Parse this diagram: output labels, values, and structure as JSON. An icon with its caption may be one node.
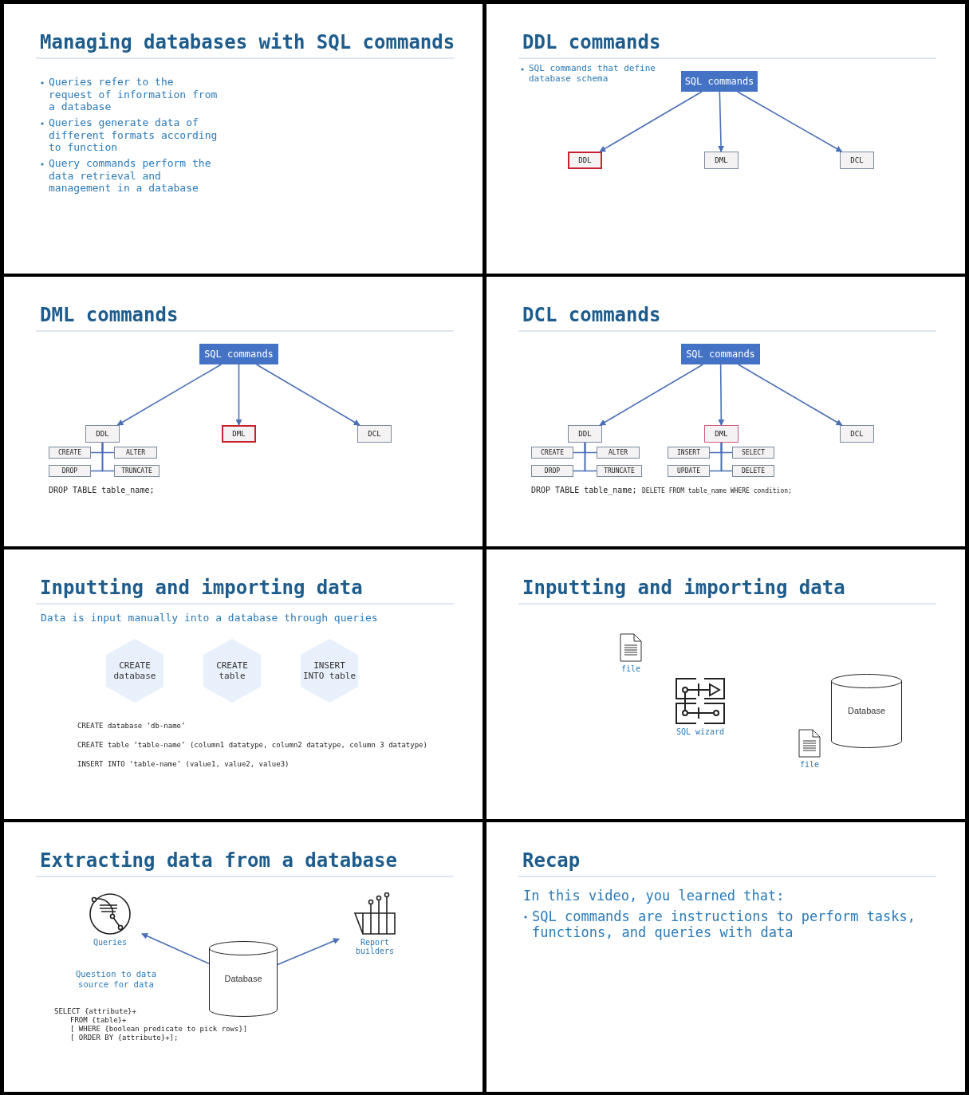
{
  "diagram": {
    "nodes": [
      {
        "text": [
          "Managing databases with SQL commands",
          "Queries refer to the request of information from a database",
          "Queries generate data of different formats according to function",
          "Query commands perform the data retrieval and management in a database"
        ]
      },
      {
        "text": [
          "DDL commands",
          "SQL commands that define database schema"
        ]
      },
      {
        "text": [
          "SQL commands"
        ],
        "in": 1
      },
      {
        "text": [
          "DDL"
        ],
        "in": 1
      },
      {
        "text": [
          "DML"
        ],
        "in": 1
      },
      {
        "text": [
          "DCL"
        ],
        "in": 1
      },
      {
        "text": [
          "DML commands",
          "DROP TABLE table_name;"
        ]
      },
      {
        "text": [
          "SQL commands"
        ],
        "in": 6
      },
      {
        "text": [
          "DDL"
        ],
        "in": 6
      },
      {
        "text": [
          "DML"
        ],
        "in": 6
      },
      {
        "text": [
          "DCL"
        ],
        "in": 6
      },
      {
        "text": [
          "CREATE"
        ],
        "in": 6
      },
      {
        "text": [
          "ALTER"
        ],
        "in": 6
      },
      {
        "text": [
          "DROP"
        ],
        "in": 6
      },
      {
        "text": [
          "TRUNCATE"
        ],
        "in": 6
      },
      {
        "text": [
          "DCL commands",
          "DROP TABLE table_name;",
          "DELETE FROM table_name WHERE condition;"
        ]
      },
      {
        "text": [
          "SQL commands"
        ],
        "in": 15
      },
      {
        "text": [
          "DDL"
        ],
        "in": 15
      },
      {
        "text": [
          "DML"
        ],
        "in": 15
      },
      {
        "text": [
          "DCL"
        ],
        "in": 15
      },
      {
        "text": [
          "CREATE"
        ],
        "in": 15
      },
      {
        "text": [
          "ALTER"
        ],
        "in": 15
      },
      {
        "text": [
          "DROP"
        ],
        "in": 15
      },
      {
        "text": [
          "TRUNCATE"
        ],
        "in": 15
      },
      {
        "text": [
          "INSERT"
        ],
        "in": 15
      },
      {
        "text": [
          "SELECT"
        ],
        "in": 15
      },
      {
        "text": [
          "UPDATE"
        ],
        "in": 15
      },
      {
        "text": [
          "DELETE"
        ],
        "in": 15
      },
      {
        "text": [
          "Inputting and importing data",
          "Data is input manually into a database through queries",
          "CREATE database ‘db-name’",
          "CREATE table ‘table-name’ (column1 datatype, column2 datatype, column 3 datatype)",
          "INSERT INTO ‘table-name’ (value1, value2, value3)"
        ]
      },
      {
        "text": [
          "CREATE database"
        ],
        "in": 28
      },
      {
        "text": [
          "CREATE table"
        ],
        "in": 28
      },
      {
        "text": [
          "INSERT INTO table"
        ],
        "in": 28
      },
      {
        "text": [
          "Inputting and importing data"
        ]
      },
      {
        "text": [
          "file"
        ],
        "in": 32
      },
      {
        "text": [
          "SQL wizard"
        ],
        "in": 32
      },
      {
        "text": [
          "Database"
        ],
        "in": 32
      },
      {
        "text": [
          "file"
        ],
        "in": 32
      },
      {
        "text": [
          "Extracting data from a database",
          "Question to data source for data",
          "SELECT {attribute}+",
          "FROM {table}+",
          "[ WHERE {boolean predicate to pick rows}]",
          "[ ORDER BY {attribute}+];"
        ]
      },
      {
        "text": [
          "Queries"
        ],
        "in": 37
      },
      {
        "text": [
          "Database"
        ],
        "in": 37
      },
      {
        "text": [
          "Report builders"
        ],
        "in": 37
      },
      {
        "text": [
          "Recap",
          "In this video, you learned that:",
          "SQL commands are instructions to perform tasks, functions, and queries with data"
        ]
      }
    ],
    "edges": [
      {
        "from": 2,
        "to": 3,
        "arrow": "to"
      },
      {
        "from": 2,
        "to": 4,
        "arrow": "to"
      },
      {
        "from": 2,
        "to": 5,
        "arrow": "to"
      },
      {
        "from": 7,
        "to": 8,
        "arrow": "to"
      },
      {
        "from": 7,
        "to": 9,
        "arrow": "to"
      },
      {
        "from": 7,
        "to": 10,
        "arrow": "to"
      },
      {
        "from": 8,
        "to": 11,
        "arrow": "none"
      },
      {
        "from": 8,
        "to": 12,
        "arrow": "none"
      },
      {
        "from": 8,
        "to": 13,
        "arrow": "none"
      },
      {
        "from": 8,
        "to": 14,
        "arrow": "none"
      },
      {
        "from": 16,
        "to": 17,
        "arrow": "to"
      },
      {
        "from": 16,
        "to": 18,
        "arrow": "to"
      },
      {
        "from": 16,
        "to": 19,
        "arrow": "to"
      },
      {
        "from": 17,
        "to": 20,
        "arrow": "none"
      },
      {
        "from": 17,
        "to": 21,
        "arrow": "none"
      },
      {
        "from": 17,
        "to": 22,
        "arrow": "none"
      },
      {
        "from": 17,
        "to": 23,
        "arrow": "none"
      },
      {
        "from": 18,
        "to": 24,
        "arrow": "none"
      },
      {
        "from": 18,
        "to": 25,
        "arrow": "none"
      },
      {
        "from": 18,
        "to": 26,
        "arrow": "none"
      },
      {
        "from": 18,
        "to": 27,
        "arrow": "none"
      },
      {
        "from": 39,
        "to": 38,
        "arrow": "to"
      },
      {
        "from": 39,
        "to": 40,
        "arrow": "to"
      }
    ]
  }
}
